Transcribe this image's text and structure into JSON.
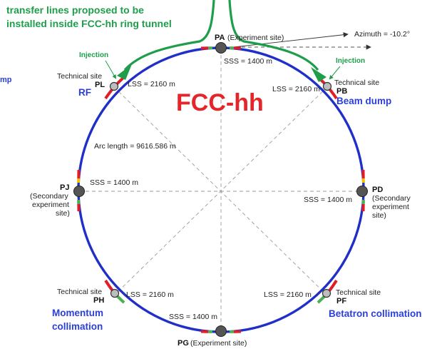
{
  "header": {
    "line1": "transfer lines proposed to be",
    "line2": "installed inside FCC-hh ring tunnel"
  },
  "title": "FCC-hh",
  "azimuth": "Azimuth = -10.2°",
  "injection_label": "Injection",
  "left_cut_text": "mp",
  "sites": {
    "PA": {
      "code": "PA",
      "desc": "(Experiment site)"
    },
    "PG": {
      "code": "PG",
      "desc": "(Experiment site)"
    },
    "PL": {
      "code": "PL",
      "tech": "Technical site",
      "role": "RF"
    },
    "PB": {
      "code": "PB",
      "tech": "Technical site",
      "role": "Beam dump"
    },
    "PH": {
      "code": "PH",
      "tech": "Technical site",
      "role_line1": "Momentum",
      "role_line2": "collimation"
    },
    "PF": {
      "code": "PF",
      "tech": "Technical site",
      "role": "Betatron collimation"
    },
    "PJ": {
      "code": "PJ",
      "desc1": "(Secondary",
      "desc2": "experiment",
      "desc3": "site)"
    },
    "PD": {
      "code": "PD",
      "desc1": "(Secondary",
      "desc2": "experiment",
      "desc3": "site)"
    }
  },
  "measures": {
    "lss": "LSS = 2160 m",
    "sss": "SSS = 1400 m",
    "arc": "Arc length = 9616.586 m"
  },
  "colors": {
    "ring": "#1f2fc8",
    "straight_red": "#e11d2a",
    "straight_green": "#4caf50",
    "straight_yellow": "#f2c200",
    "transfer_line": "#1e9e4a",
    "title": "#e4262b",
    "role_text": "#2b3fd8"
  }
}
